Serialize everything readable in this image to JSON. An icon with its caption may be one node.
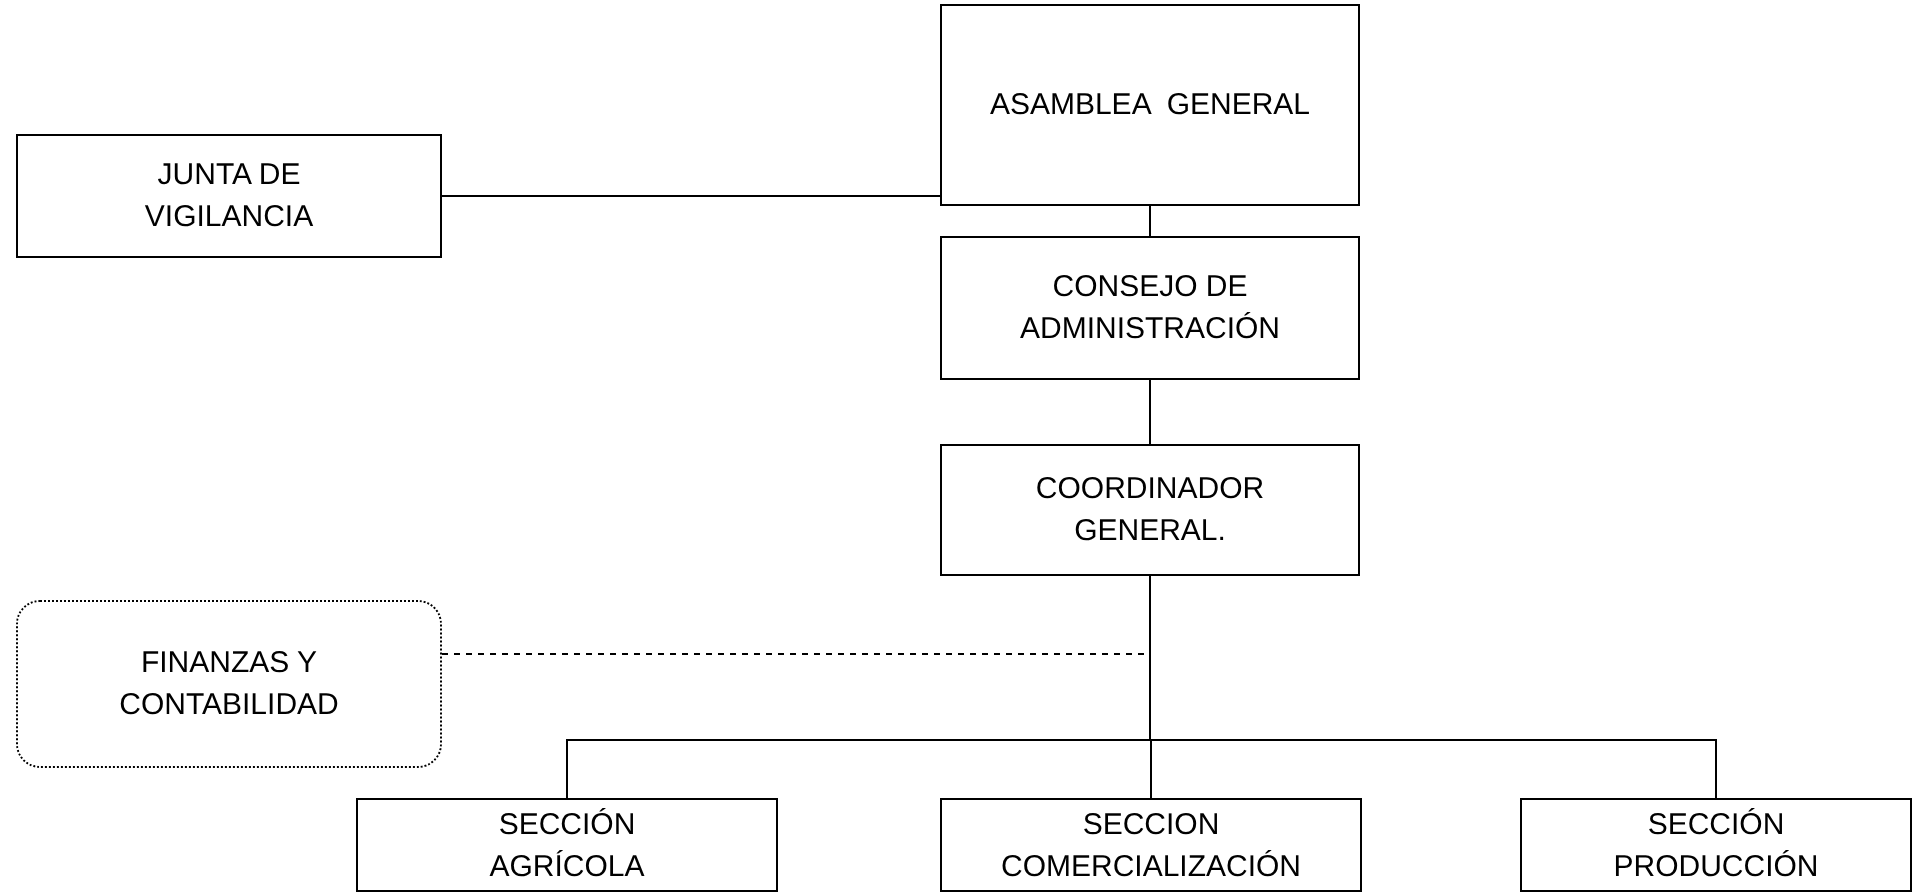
{
  "diagram": {
    "nodes": [
      {
        "text": [
          "ASAMBLEA  GENERAL"
        ]
      },
      {
        "text": [
          "JUNTA DE VIGILANCIA"
        ]
      },
      {
        "text": [
          "CONSEJO DE ADMINISTRACIÓN"
        ]
      },
      {
        "text": [
          "COORDINADOR GENERAL."
        ]
      },
      {
        "text": [
          "FINANZAS Y CONTABILIDAD"
        ]
      },
      {
        "text": [
          "SECCIÓN AGRÍCOLA"
        ]
      },
      {
        "text": [
          "SECCION COMERCIALIZACIÓN"
        ]
      },
      {
        "text": [
          "SECCIÓN PRODUCCIÓN"
        ]
      }
    ],
    "edges": [
      {
        "from": 0,
        "to": 2,
        "arrow": "none"
      },
      {
        "from": 1,
        "to": 0,
        "arrow": "none"
      },
      {
        "from": 2,
        "to": 3,
        "arrow": "none"
      },
      {
        "from": 4,
        "to": 3,
        "arrow": "none",
        "style": "dashed"
      },
      {
        "from": 3,
        "to": 5,
        "arrow": "none"
      },
      {
        "from": 3,
        "to": 6,
        "arrow": "none"
      },
      {
        "from": 3,
        "to": 7,
        "arrow": "none"
      }
    ]
  }
}
